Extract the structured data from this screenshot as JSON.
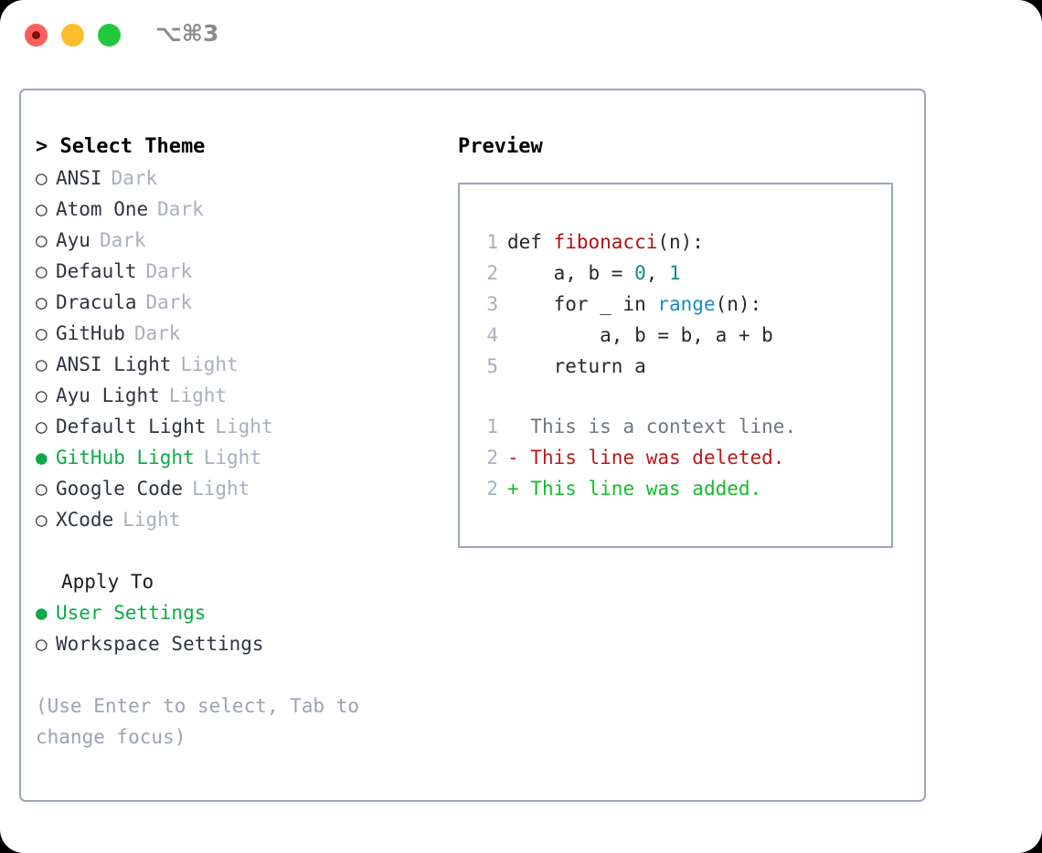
{
  "window": {
    "shortcut": "⌥⌘3",
    "traffic_lights": [
      "close-red",
      "minimize-yellow",
      "zoom-green"
    ]
  },
  "theme_picker": {
    "header": "> Select Theme",
    "bullet_unselected": "○",
    "bullet_selected": "●",
    "items": [
      {
        "label": "ANSI",
        "tag": "Dark",
        "selected": false
      },
      {
        "label": "Atom One",
        "tag": "Dark",
        "selected": false
      },
      {
        "label": "Ayu",
        "tag": "Dark",
        "selected": false
      },
      {
        "label": "Default",
        "tag": "Dark",
        "selected": false
      },
      {
        "label": "Dracula",
        "tag": "Dark",
        "selected": false
      },
      {
        "label": "GitHub",
        "tag": "Dark",
        "selected": false
      },
      {
        "label": "ANSI Light",
        "tag": "Light",
        "selected": false
      },
      {
        "label": "Ayu Light",
        "tag": "Light",
        "selected": false
      },
      {
        "label": "Default Light",
        "tag": "Light",
        "selected": false
      },
      {
        "label": "GitHub Light",
        "tag": "Light",
        "selected": true
      },
      {
        "label": "Google Code",
        "tag": "Light",
        "selected": false
      },
      {
        "label": "XCode",
        "tag": "Light",
        "selected": false
      }
    ]
  },
  "apply_to": {
    "header": "Apply To",
    "options": [
      {
        "label": "User Settings",
        "selected": true
      },
      {
        "label": "Workspace Settings",
        "selected": false
      }
    ]
  },
  "hint": "(Use Enter to select, Tab to change focus)",
  "preview": {
    "header": "Preview",
    "code_lines": [
      {
        "no": "1",
        "tokens": [
          {
            "t": "def ",
            "k": "kw"
          },
          {
            "t": "fibonacci",
            "k": "fn"
          },
          {
            "t": "(n):",
            "k": "plain"
          }
        ]
      },
      {
        "no": "2",
        "tokens": [
          {
            "t": "    a, b = ",
            "k": "plain"
          },
          {
            "t": "0",
            "k": "num"
          },
          {
            "t": ", ",
            "k": "plain"
          },
          {
            "t": "1",
            "k": "num"
          }
        ]
      },
      {
        "no": "3",
        "tokens": [
          {
            "t": "    for _ in ",
            "k": "plain"
          },
          {
            "t": "range",
            "k": "call"
          },
          {
            "t": "(n):",
            "k": "plain"
          }
        ]
      },
      {
        "no": "4",
        "tokens": [
          {
            "t": "        a, b = b, a + b",
            "k": "plain"
          }
        ]
      },
      {
        "no": "5",
        "tokens": [
          {
            "t": "    return a",
            "k": "plain"
          }
        ]
      }
    ],
    "diff_lines": [
      {
        "no": "1",
        "marker": "  ",
        "text": "This is a context line.",
        "kind": "context"
      },
      {
        "no": "2",
        "marker": "- ",
        "text": "This line was deleted.",
        "kind": "deleted"
      },
      {
        "no": "2",
        "marker": "+ ",
        "text": "This line was added.",
        "kind": "added"
      }
    ]
  },
  "colors": {
    "accent_green": "#0fa94a",
    "border": "#9ba6b8",
    "muted": "#a8b0bd",
    "hint": "#9aa3b3",
    "code_fn": "#a81414",
    "code_num": "#0d8c84",
    "code_call": "#1a8cc4",
    "diff_deleted": "#b91919",
    "diff_added": "#14bd2a",
    "diff_context": "#6e7781"
  }
}
